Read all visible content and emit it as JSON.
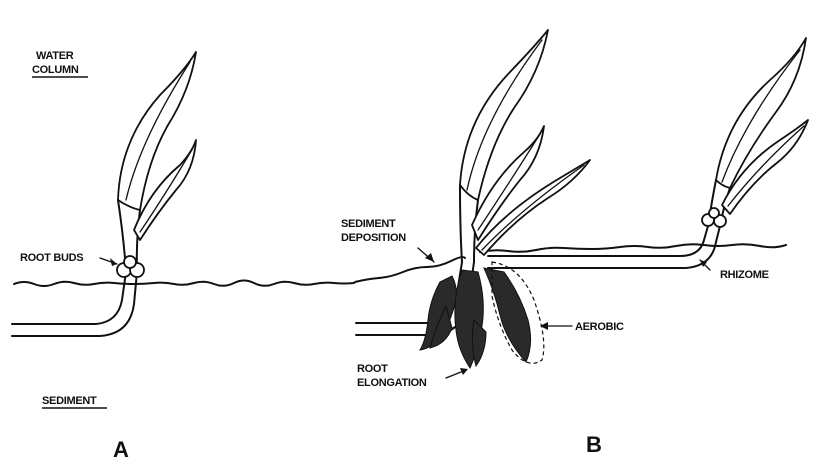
{
  "panel_a": {
    "label": "A",
    "water_column_line1": "WATER",
    "water_column_line2": "COLUMN",
    "root_buds": "ROOT BUDS",
    "sediment": "SEDIMENT"
  },
  "panel_b": {
    "label": "B",
    "sediment_deposition_line1": "SEDIMENT",
    "sediment_deposition_line2": "DEPOSITION",
    "rhizome": "RHIZOME",
    "aerobic": "AEROBIC",
    "root_elongation_line1": "ROOT",
    "root_elongation_line2": "ELONGATION"
  }
}
